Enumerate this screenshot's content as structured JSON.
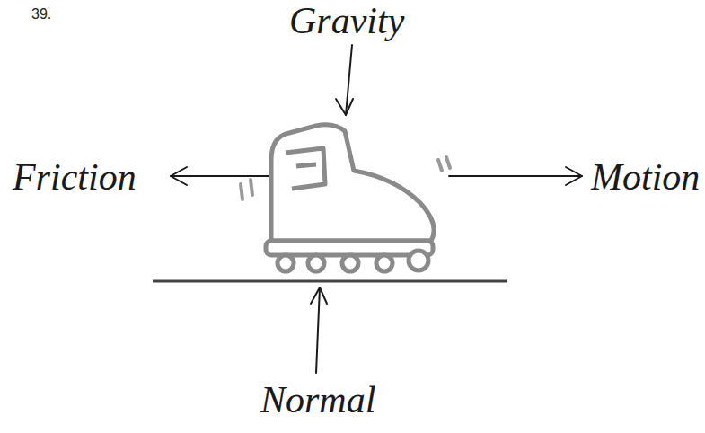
{
  "diagram": {
    "labels": [
      "39.",
      "Gravity",
      "Friction",
      "Motion",
      "Normal"
    ]
  }
}
